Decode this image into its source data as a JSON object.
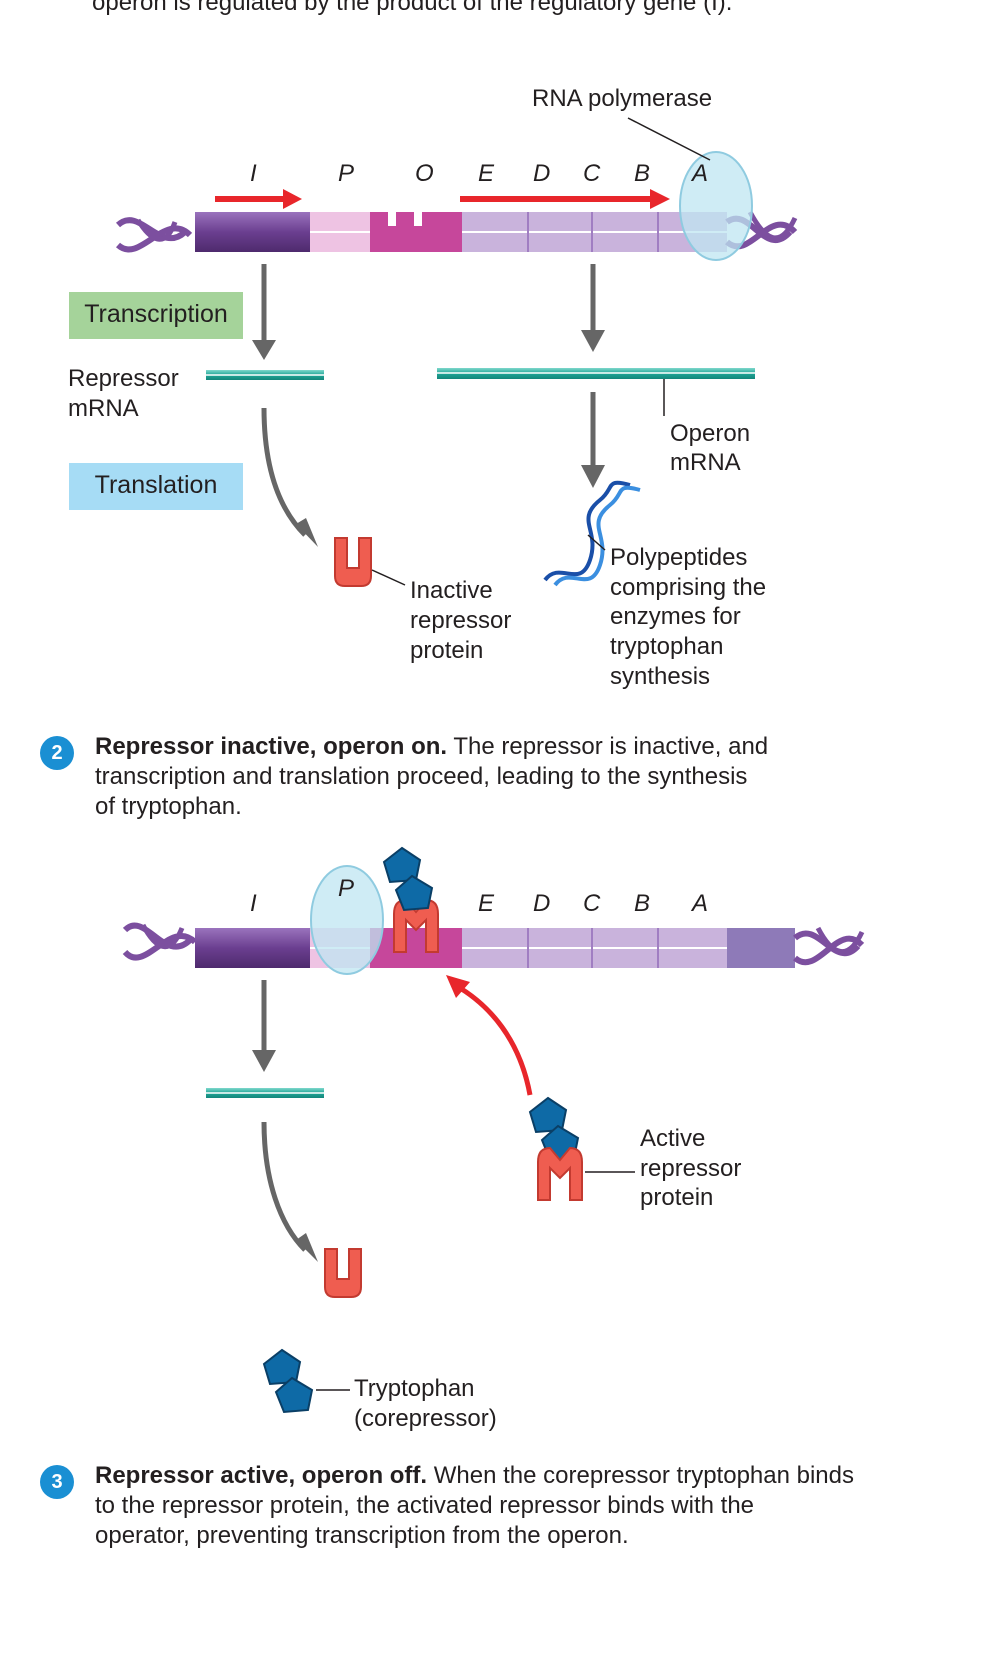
{
  "top_caption_fragment": "operon is regulated by the product of the regulatory gene (I).",
  "panel2": {
    "rna_polymerase_label": "RNA polymerase",
    "gene_labels": [
      "I",
      "P",
      "O",
      "E",
      "D",
      "C",
      "B",
      "A"
    ],
    "transcription_label": "Transcription",
    "translation_label": "Translation",
    "repressor_mrna_label": [
      "Repressor",
      "mRNA"
    ],
    "operon_mrna_label": [
      "Operon",
      "mRNA"
    ],
    "inactive_repressor_label": [
      "Inactive",
      "repressor",
      "protein"
    ],
    "polypeptides_label": [
      "Polypeptides",
      "comprising the",
      "enzymes for",
      "tryptophan",
      "synthesis"
    ],
    "step_number": "2",
    "caption_title": "Repressor inactive, operon on.",
    "caption_lines": [
      "The repressor is inactive, and",
      "transcription and translation proceed, leading to the synthesis",
      "of tryptophan."
    ]
  },
  "panel3": {
    "gene_labels": [
      "I",
      "P",
      "E",
      "D",
      "C",
      "B",
      "A"
    ],
    "active_repressor_label": [
      "Active",
      "repressor",
      "protein"
    ],
    "tryptophan_label": [
      "Tryptophan",
      "(corepressor)"
    ],
    "step_number": "3",
    "caption_title": "Repressor active, operon off.",
    "caption_lines": [
      "When the corepressor tryptophan binds",
      "to the repressor protein, the activated repressor binds with the",
      "operator, preventing transcription from the operon."
    ]
  },
  "colors": {
    "dna_purple": "#7c4f9f",
    "promoter_pink": "#e9b6d9",
    "operator_magenta": "#c6479b",
    "operon_lavender": "#c9b3dc",
    "mrna_teal": "#2fb3a5",
    "red_arrow": "#e8262b",
    "repressor_red": "#ee5b50",
    "tryptophan_blue": "#0e6aa6",
    "transcription_green": "#a5d39a",
    "translation_blue": "#a6dcf5",
    "step_badge": "#1a8fd3"
  }
}
